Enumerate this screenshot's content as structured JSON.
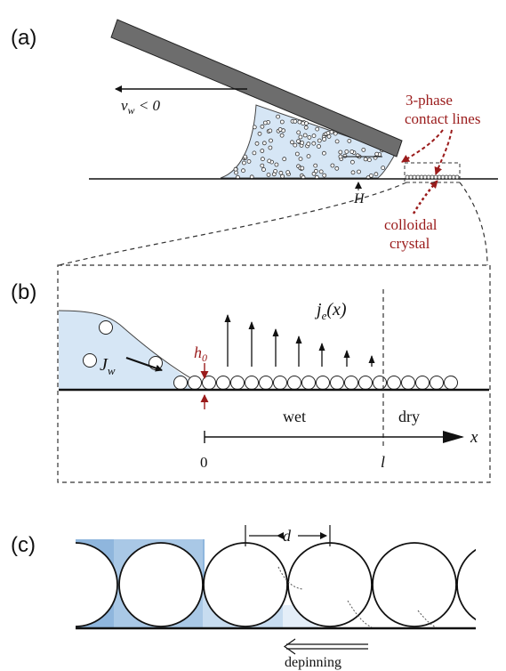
{
  "panel_a": {
    "label": "(a)",
    "velocity_v": "v",
    "velocity_sub": "w",
    "velocity_rel": " < 0",
    "height_label": "H",
    "contact_lines_line1": "3-phase",
    "contact_lines_line2": "contact lines",
    "crystal_line1": "colloidal",
    "crystal_line2": "crystal"
  },
  "panel_b": {
    "label": "(b)",
    "je_j": "j",
    "je_sub": "e",
    "je_arg": "(x)",
    "jw_j": "J",
    "jw_sub": "w",
    "h0_h": "h",
    "h0_sub": "0",
    "wet_label": "wet",
    "dry_label": "dry",
    "x_label": "x",
    "tick_zero": "0",
    "tick_l": "l"
  },
  "panel_c": {
    "label": "(c)",
    "spacing_label": "d",
    "depinning_label": "depinning"
  },
  "colors": {
    "liquid_light": "#d6e6f5",
    "liquid_mid": "#a9c8e6",
    "liquid_dark": "#6e9ccb",
    "plate": "#6d6d6d",
    "accent_red": "#9a1b1b"
  }
}
